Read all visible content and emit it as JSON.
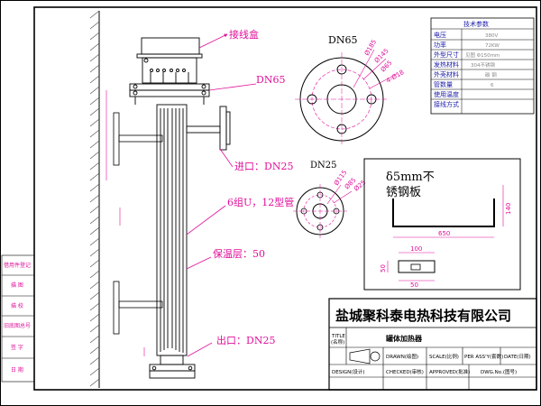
{
  "labels": {
    "junction_box": "接线盒",
    "dn65_flange_callout": "DN65",
    "inlet": "进口：DN25",
    "tubes": "6组U，12型管",
    "insulation": "保温层：50",
    "outlet": "出口：DN25"
  },
  "views": {
    "dn65_title": "DN65",
    "dn25_title": "DN25",
    "plate_note_line1": "δ5mm不",
    "plate_note_line2": "锈钢板"
  },
  "dims": {
    "d185": "Ø185",
    "d145": "Ø145",
    "d65": "Ø65",
    "holes": "4-Ø18",
    "d115": "Ø115",
    "d85": "Ø85",
    "d25": "Ø25",
    "w650": "650",
    "w100": "100",
    "w50": "50",
    "h140": "140",
    "h50": "50"
  },
  "spec_table": {
    "header": "技术参数",
    "rows": [
      {
        "label": "电压",
        "value": "380V"
      },
      {
        "label": "功率",
        "value": "72KW"
      },
      {
        "label": "外型尺寸",
        "value": "见图 Φ150mm"
      },
      {
        "label": "发热材料",
        "value": "304不锈钢"
      },
      {
        "label": "外壳材料",
        "value": "碳 钢"
      },
      {
        "label": "管数量",
        "value": "6"
      },
      {
        "label": "使用温度",
        "value": ""
      },
      {
        "label": "接线方式",
        "value": ""
      }
    ]
  },
  "side_panel": [
    "借用件登记",
    "描 图",
    "描 校",
    "旧底图总号",
    "签 字",
    "日 期"
  ],
  "title_block": {
    "company": "盐城聚科泰电热科技有限公司",
    "title_label_en": "TITLE",
    "title_label_cn": "(名称)",
    "title_value": "罐体加热器",
    "drawn": "DRAWN(绘图)",
    "scale": "SCALE(比例)",
    "per_assy": "PER ASS'Y(套数)",
    "date": "DATE(日期)",
    "design": "DESIGN(设计)",
    "checked": "CHECKED(审核)",
    "approved": "APPROVED(批准)",
    "dwg_no": "DWG.No.(图号)"
  },
  "colors": {
    "annotation": "#e0109a",
    "outline": "#000000",
    "table_text": "#1a1aa8"
  }
}
